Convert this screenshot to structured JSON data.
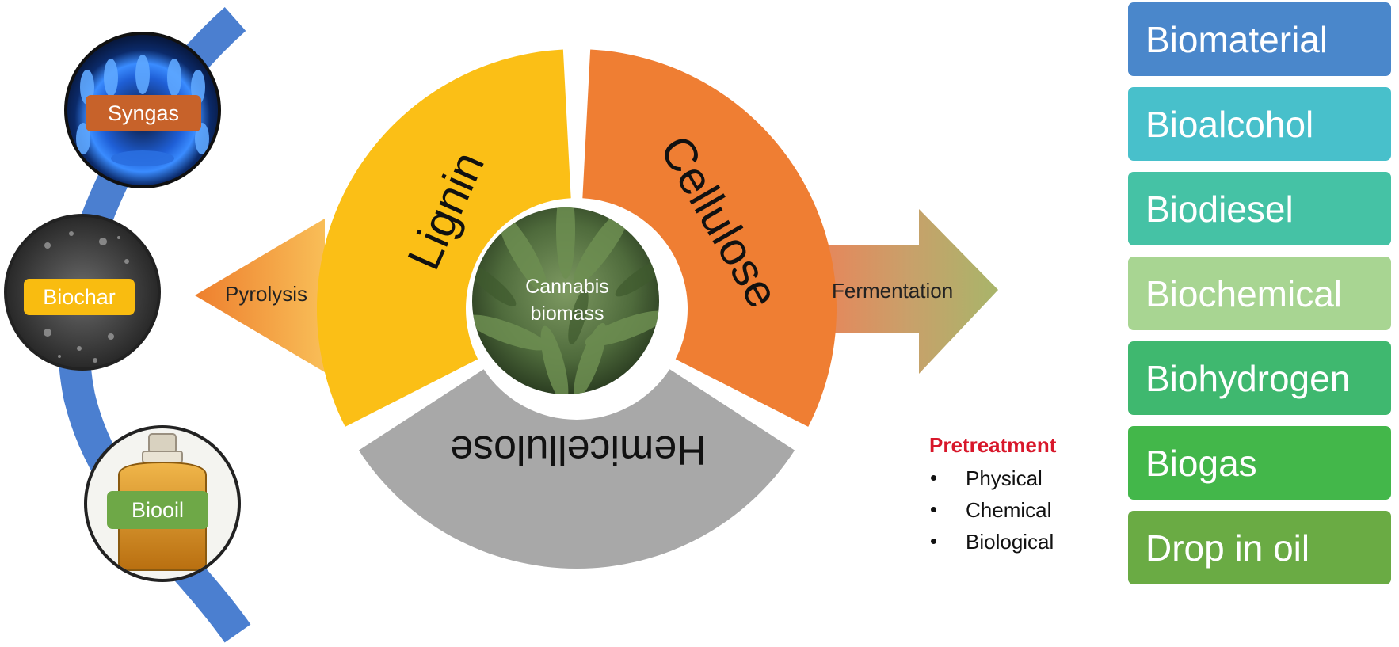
{
  "center": {
    "line1": "Cannabis",
    "line2": "biomass"
  },
  "components": {
    "lignin": "Lignin",
    "cellulose": "Cellulose",
    "hemicellulose": "Hemicellulose"
  },
  "processes": {
    "left": "Pyrolysis",
    "right": "Fermentation"
  },
  "thermo_products": [
    "Syngas",
    "Biochar",
    "Biooil"
  ],
  "pretreatment": {
    "title": "Pretreatment",
    "methods": [
      "Physical",
      "Chemical",
      "Biological"
    ]
  },
  "bio_products": [
    {
      "label": "Biomaterial",
      "color": "#4a87cb"
    },
    {
      "label": "Bioalcohol",
      "color": "#48c0cb"
    },
    {
      "label": "Biodiesel",
      "color": "#45c2a5"
    },
    {
      "label": "Biochemical",
      "color": "#a8d592"
    },
    {
      "label": "Biohydrogen",
      "color": "#3fb86f"
    },
    {
      "label": "Biogas",
      "color": "#43b74a"
    },
    {
      "label": "Drop in oil",
      "color": "#6aab44"
    }
  ],
  "colors": {
    "lignin": "#fbbf16",
    "cellulose": "#ef7e33",
    "hemicellulose": "#a8a8a8",
    "arc": "#4b7fd0",
    "syngas_tag": "#c7622a",
    "biochar_tag": "#f9bc10",
    "biooil_tag": "#6ea847"
  }
}
